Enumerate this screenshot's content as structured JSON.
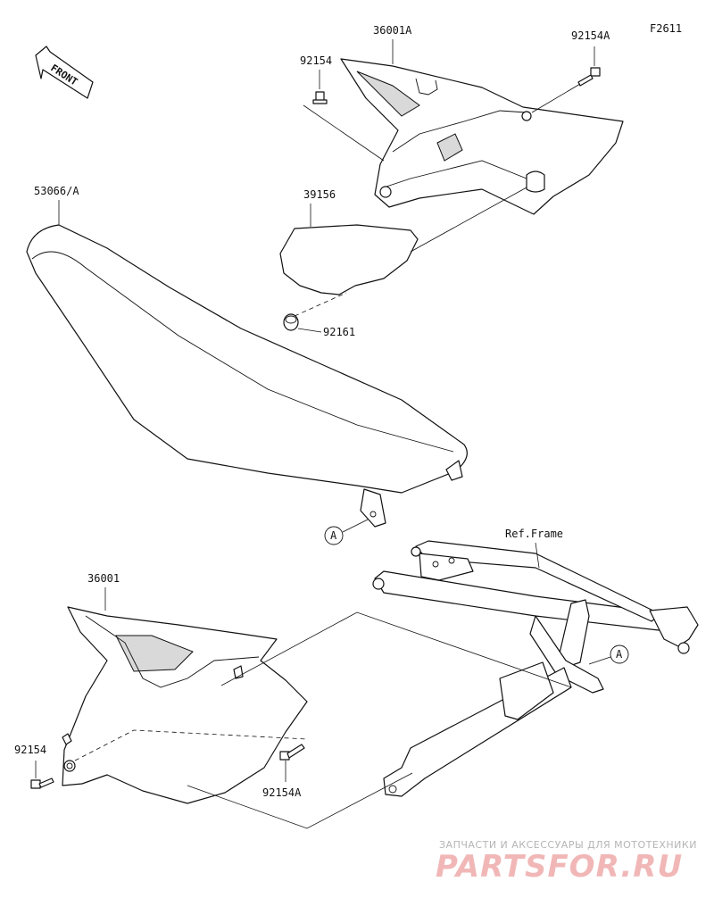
{
  "diagram_id": "F2611",
  "direction_label": "FRONT",
  "parts": {
    "side_cover_right": "36001A",
    "bolt_top_left": "92154",
    "bolt_top_right": "92154A",
    "seat": "53066/A",
    "pad": "39156",
    "damper": "92161",
    "side_cover_left": "36001",
    "frame_ref": "Ref.Frame",
    "bolt_bottom_left": "92154",
    "bolt_bottom_right": "92154A"
  },
  "callouts": {
    "a_seat": "A",
    "a_frame": "A"
  },
  "watermark": {
    "tagline": "ЗАПЧАСТИ И АКСЕССУАРЫ ДЛЯ МОТОТЕХНИКИ",
    "brand": "PARTSFOR.RU"
  },
  "colors": {
    "line": "#111111",
    "watermark_brand": "#f1b7b7",
    "watermark_text": "#b5b5b5"
  }
}
